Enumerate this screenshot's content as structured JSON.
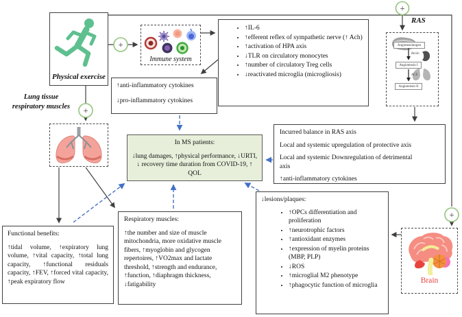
{
  "plus": "+",
  "colors": {
    "ms_box_fill": "#e7efda",
    "blue_arrow": "#4472c4",
    "circle_green": "#93c47d",
    "brain_label_red": "#e8413c",
    "runner_green": "#5ec08f"
  },
  "physical_exercise": {
    "label": "Physical exercise"
  },
  "immune_system": {
    "label": "Immune system"
  },
  "lung_tissue": {
    "line1": "Lung tissue",
    "line2": "respiratory muscles"
  },
  "neuro_immune": {
    "items": [
      "↑IL-6",
      "↑efferent reflex of sympathetic nerve (↑ Ach)",
      "↑activation of HPA axis",
      "↓TLR on circulatory monocytes",
      "↑number of circulatory Treg cells",
      "↓reactivated microglia (microgliosis)"
    ]
  },
  "cytokines": {
    "line1": "↑anti-inflammatory cytokines",
    "line2": "↓pro-inflammatory cytokines"
  },
  "ras": {
    "label": "RAS",
    "pathway": [
      "Angiotensinogen",
      "Renin",
      "Angiotensin I",
      "ACE",
      "Angiotensin II"
    ]
  },
  "ras_outcomes": {
    "items": [
      "Incurred balance in RAS axis",
      "Local and systemic upregulation of protective axis",
      "Local and systemic Downregulation of detrimental axis",
      "↑anti-inflammatory cytokines"
    ]
  },
  "ms_patients": {
    "title": "In MS patients:",
    "body": "↓lung damages, ↑physical performance, ↓URTI, ↓ recovery time duration from COVID-19, ↑ QOL"
  },
  "functional_benefits": {
    "title": "Functional benefits:",
    "body": "↑tidal volume, ↑expiratory lung volume, ↑vital capacity, ↑total lung capacity, ↑functional residuals capacity, ↑FEV, ↑forced vital capacity, ↑peak expiratory flow"
  },
  "respiratory_muscles": {
    "title": "Respiratory muscles:",
    "body": "↑the number and size of muscle mitochondria, more oxidative muscle fibers, ↑myoglobin and glycogen repertoires, ↑VO2max and lactate threshold, ↑strength and endurance, ↑function, ↑diaphragm thickness, ↓fatigability"
  },
  "lesions": {
    "title": "↓lesions/plaques:",
    "items": [
      "↑OPCs differentiation and proliferation",
      "↑neurotrophic factors",
      "↑antioxidant enzymes",
      "↑expression of myelin proteins (MBP, PLP)",
      "↓ROS",
      "↑microglial M2 phenotype",
      "↑phagocytic function of microglia"
    ]
  },
  "brain": {
    "label": "Brain"
  }
}
